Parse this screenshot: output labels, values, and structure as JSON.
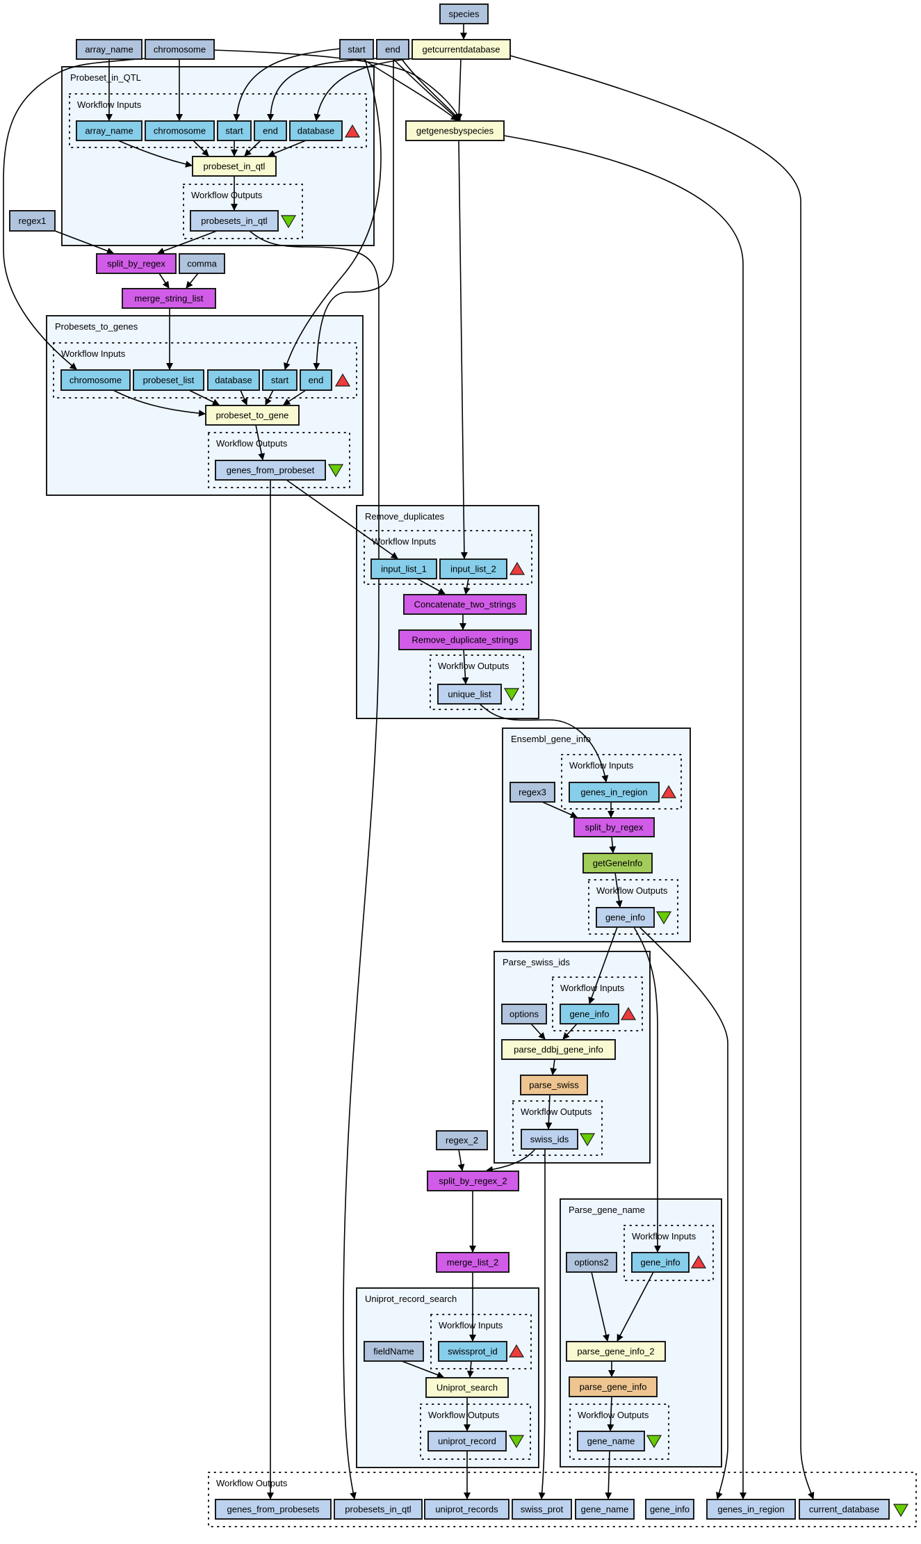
{
  "diagram": {
    "type": "workflow-graph",
    "colors": {
      "input_port": "#b0c4de",
      "subworkflow_input": "#87ceeb",
      "output_port": "#bcd2ee",
      "beanshell": "#fafad2",
      "local_worker": "#d15ce8",
      "xpath_tool": "#eec591",
      "wsdl": "#a2cd5a",
      "cluster_bg": "#eef6fe",
      "input_marker": "#ee3b3b",
      "output_marker": "#66cd00"
    },
    "top_inputs": {
      "species": "species",
      "array_name": "array_name",
      "chromosome": "chromosome",
      "start": "start",
      "end": "end",
      "regex1": "regex1",
      "comma": "comma",
      "regex_2": "regex_2"
    },
    "top_processors": {
      "getcurrentdatabase": "getcurrentdatabase",
      "getgenesbyspecies": "getgenesbyspecies",
      "split_by_regex": "split_by_regex",
      "merge_string_list": "merge_string_list",
      "split_by_regex_2": "split_by_regex_2",
      "merge_list_2": "merge_list_2"
    },
    "subworkflows": {
      "probeset_in_qtl": {
        "title": "Probeset_in_QTL",
        "inputs_label": "Workflow Inputs",
        "outputs_label": "Workflow Outputs",
        "inputs": [
          "array_name",
          "chromosome",
          "start",
          "end",
          "database"
        ],
        "processor": "probeset_in_qtl",
        "outputs": [
          "probesets_in_qtl"
        ]
      },
      "probesets_to_genes": {
        "title": "Probesets_to_genes",
        "inputs_label": "Workflow Inputs",
        "outputs_label": "Workflow Outputs",
        "inputs": [
          "chromosome",
          "probeset_list",
          "database",
          "start",
          "end"
        ],
        "processor": "probeset_to_gene",
        "outputs": [
          "genes_from_probeset"
        ]
      },
      "remove_duplicates": {
        "title": "Remove_duplicates",
        "inputs_label": "Workflow Inputs",
        "outputs_label": "Workflow Outputs",
        "inputs": [
          "input_list_1",
          "input_list_2"
        ],
        "processors": [
          "Concatenate_two_strings",
          "Remove_duplicate_strings"
        ],
        "outputs": [
          "unique_list"
        ]
      },
      "ensembl_gene_info": {
        "title": "Ensembl_gene_info",
        "inputs_label": "Workflow Inputs",
        "outputs_label": "Workflow Outputs",
        "constant": "regex3",
        "inputs": [
          "genes_in_region"
        ],
        "processors": [
          "split_by_regex",
          "getGeneInfo"
        ],
        "outputs": [
          "gene_info"
        ]
      },
      "parse_swiss_ids": {
        "title": "Parse_swiss_ids",
        "inputs_label": "Workflow Inputs",
        "outputs_label": "Workflow Outputs",
        "constant": "options",
        "inputs": [
          "gene_info"
        ],
        "processors": [
          "parse_ddbj_gene_info",
          "parse_swiss"
        ],
        "outputs": [
          "swiss_ids"
        ]
      },
      "uniprot_record_search": {
        "title": "Uniprot_record_search",
        "inputs_label": "Workflow Inputs",
        "outputs_label": "Workflow Outputs",
        "constant": "fieldName",
        "inputs": [
          "swissprot_id"
        ],
        "processor": "Uniprot_search",
        "outputs": [
          "uniprot_record"
        ]
      },
      "parse_gene_name": {
        "title": "Parse_gene_name",
        "inputs_label": "Workflow Inputs",
        "outputs_label": "Workflow Outputs",
        "constant": "options2",
        "inputs": [
          "gene_info"
        ],
        "processors": [
          "parse_gene_info_2",
          "parse_gene_info"
        ],
        "outputs": [
          "gene_name"
        ]
      }
    },
    "workflow_outputs": {
      "label": "Workflow Outputs",
      "items": [
        "genes_from_probesets",
        "probesets_in_qtl",
        "uniprot_records",
        "swiss_prot",
        "gene_name",
        "gene_info",
        "genes_in_region",
        "current_database"
      ]
    }
  }
}
